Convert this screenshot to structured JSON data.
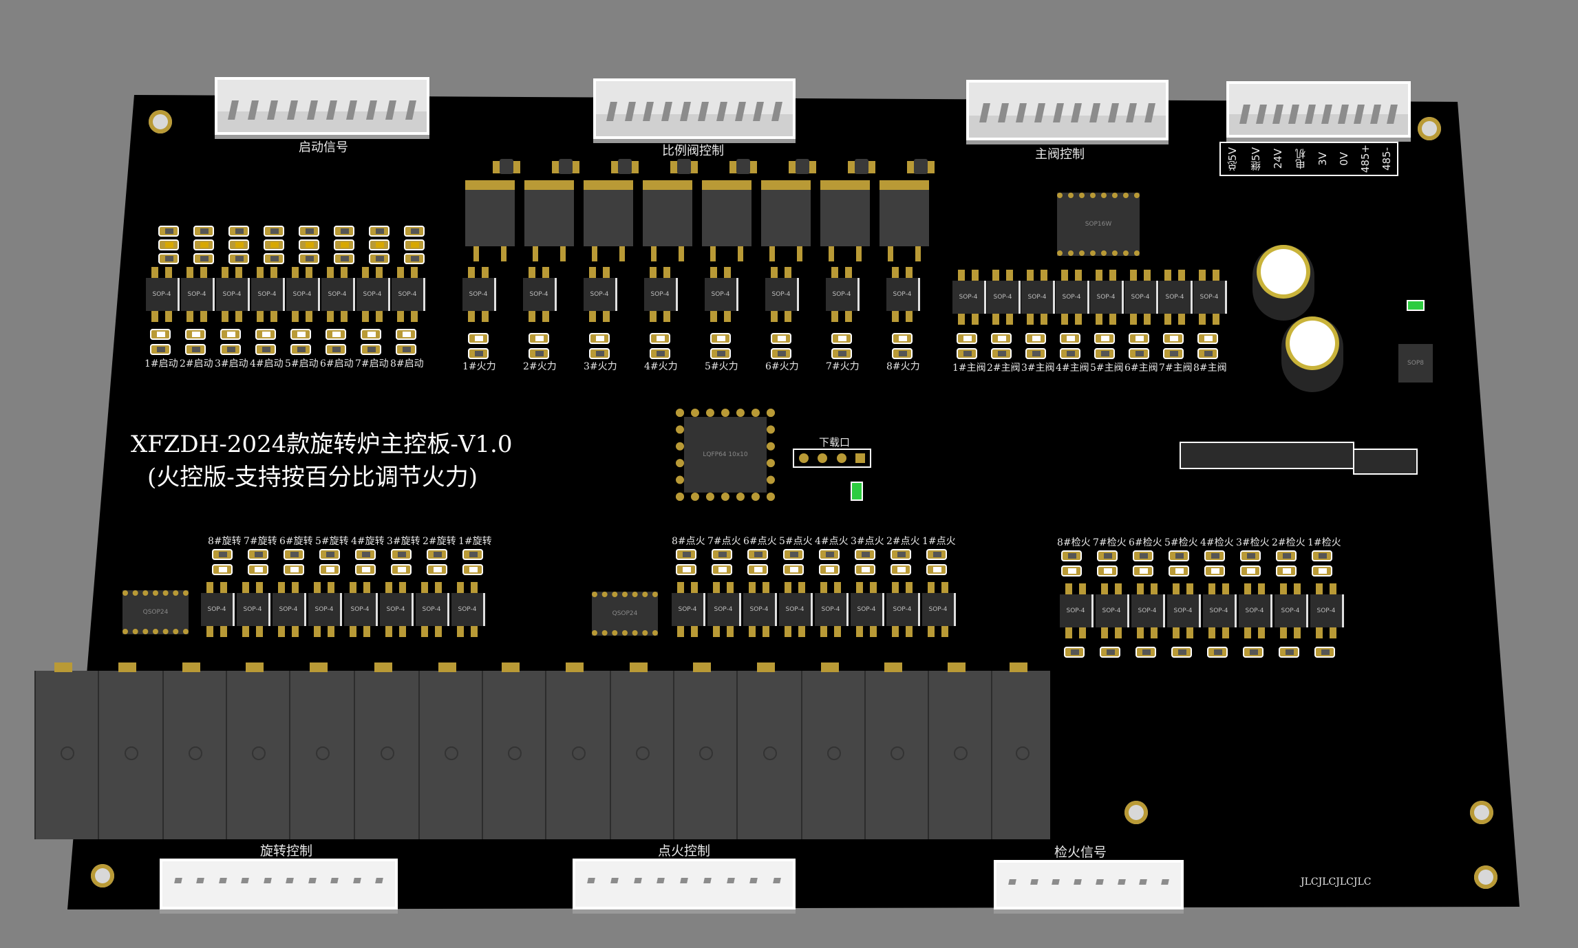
{
  "board": {
    "title_line1": "XFZDH-2024款旋转炉主控板-V1.0",
    "title_line2": "(火控版-支持按百分比调节火力)",
    "footer_mark": "JLCJLCJLCJLC",
    "colors": {
      "background": "#828282",
      "pcb": "#000000",
      "copper": "#b99a36",
      "silk": "#e8e8e8"
    }
  },
  "connectors_top": [
    {
      "label": "启动信号"
    },
    {
      "label": "比例阀控制"
    },
    {
      "label": "主阀控制"
    },
    {
      "label": "",
      "pin_labels": [
        "485-",
        "485+",
        "0V",
        "3V",
        "电机",
        "24V",
        "继5V",
        "总5V"
      ]
    }
  ],
  "connectors_bottom": [
    {
      "label": "旋转控制"
    },
    {
      "label": "点火控制"
    },
    {
      "label": "检火信号"
    }
  ],
  "groups": {
    "start": [
      "1#启动",
      "2#启动",
      "3#启动",
      "4#启动",
      "5#启动",
      "6#启动",
      "7#启动",
      "8#启动"
    ],
    "fire": [
      "1#火力",
      "2#火力",
      "3#火力",
      "4#火力",
      "5#火力",
      "6#火力",
      "7#火力",
      "8#火力"
    ],
    "main_valve": [
      "1#主阀",
      "2#主阀",
      "3#主阀",
      "4#主阀",
      "5#主阀",
      "6#主阀",
      "7#主阀",
      "8#主阀"
    ],
    "rotate": [
      "8#旋转",
      "7#旋转",
      "6#旋转",
      "5#旋转",
      "4#旋转",
      "3#旋转",
      "2#旋转",
      "1#旋转"
    ],
    "ignite": [
      "8#点火",
      "7#点火",
      "6#点火",
      "5#点火",
      "4#点火",
      "3#点火",
      "2#点火",
      "1#点火"
    ],
    "detect": [
      "8#检火",
      "7#检火",
      "6#检火",
      "5#检火",
      "4#检火",
      "3#检火",
      "2#检火",
      "1#检火"
    ]
  },
  "chips": {
    "sop4": "SOP-4",
    "sop16": "SOP16W",
    "mcu": "LQFP64 10x10",
    "qsop": "QSOP24",
    "sop8": "SOP8"
  },
  "download_port": {
    "label": "下载口"
  }
}
